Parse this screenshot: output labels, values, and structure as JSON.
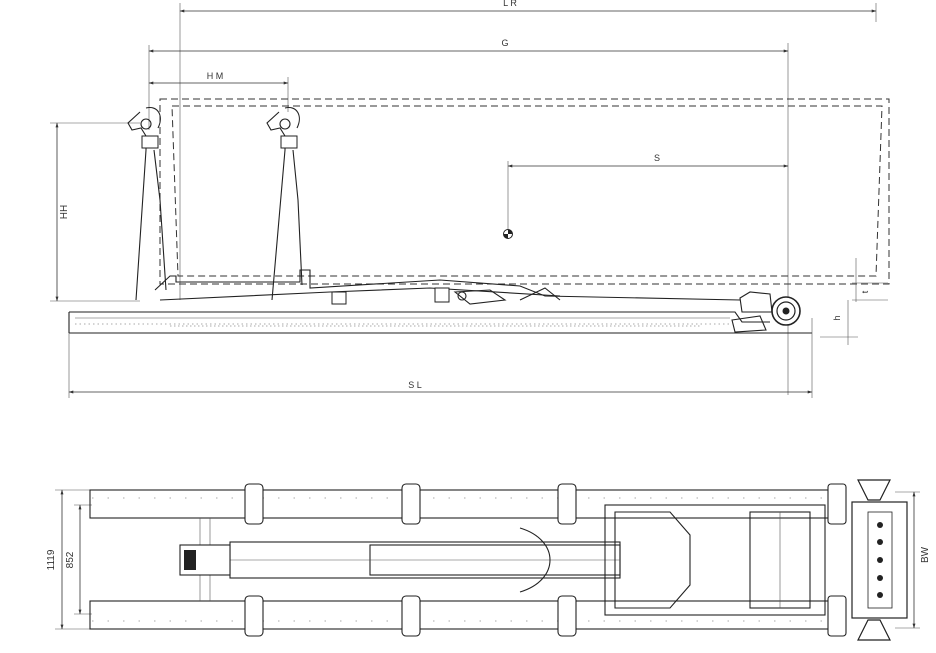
{
  "side_view": {
    "labels": {
      "lr": "L R",
      "g": "G",
      "hm": "H M",
      "s": "S",
      "hh": "HH",
      "t": "t",
      "h": "h",
      "sl": "S L"
    }
  },
  "top_view": {
    "labels": {
      "w_outer": "1119",
      "w_inner": "852",
      "bw": "BW"
    }
  }
}
